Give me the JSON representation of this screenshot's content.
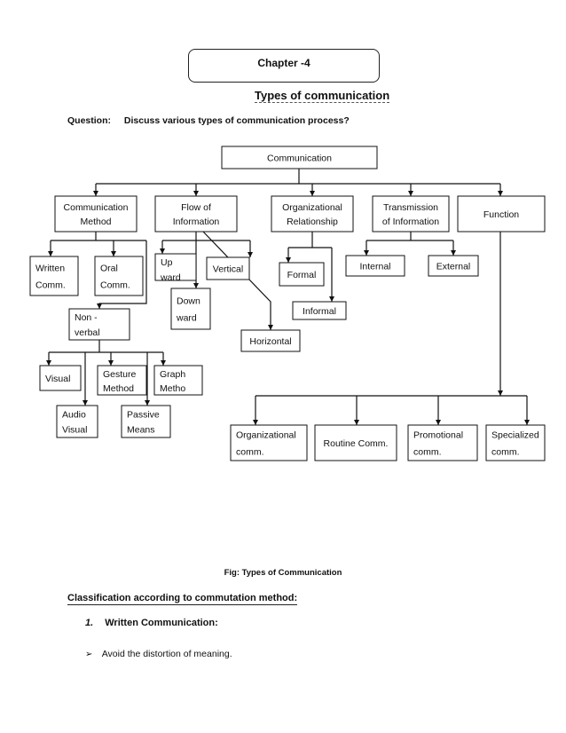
{
  "header": {
    "chapter": "Chapter -4",
    "title": "Types of communication"
  },
  "question": {
    "label": "Question:",
    "text": "Discuss various types of communication process?"
  },
  "diagram": {
    "root": "Communication",
    "categories": {
      "method": [
        "Communication",
        "Method"
      ],
      "flow": [
        "Flow of",
        "Information"
      ],
      "org": [
        "Organizational",
        "Relationship"
      ],
      "trans": [
        "Transmission",
        "of Information"
      ],
      "func": [
        "Function"
      ]
    },
    "method_children": {
      "written": [
        "Written",
        "Comm."
      ],
      "oral": [
        "Oral",
        "Comm."
      ],
      "nonverbal": [
        "Non -",
        "verbal"
      ],
      "visual": [
        "Visual"
      ],
      "gesture": [
        "Gesture",
        "Method"
      ],
      "graph": [
        "Graph",
        "Metho"
      ],
      "audio_visual": [
        "Audio",
        "Visual"
      ],
      "passive": [
        "Passive",
        "Means"
      ]
    },
    "flow_children": {
      "upward": [
        "Up",
        "ward"
      ],
      "downward": [
        "Down",
        "ward"
      ],
      "vertical": [
        "Vertical"
      ],
      "horizontal": [
        "Horizontal"
      ]
    },
    "org_children": {
      "formal": [
        "Formal"
      ],
      "informal": [
        "Informal"
      ]
    },
    "trans_children": {
      "internal": [
        "Internal"
      ],
      "external": [
        "External"
      ]
    },
    "function_children": {
      "organizational": [
        "Organizational",
        "comm."
      ],
      "routine": [
        "Routine Comm."
      ],
      "promotional": [
        "Promotional",
        "comm."
      ],
      "specialized": [
        "Specialized",
        "comm."
      ]
    }
  },
  "caption": "Fig: Types of Communication",
  "classification_heading": "Classification according to commutation method:",
  "written_item": {
    "number": "1.",
    "label": "Written Communication:"
  },
  "bullet": "Avoid the distortion of meaning."
}
